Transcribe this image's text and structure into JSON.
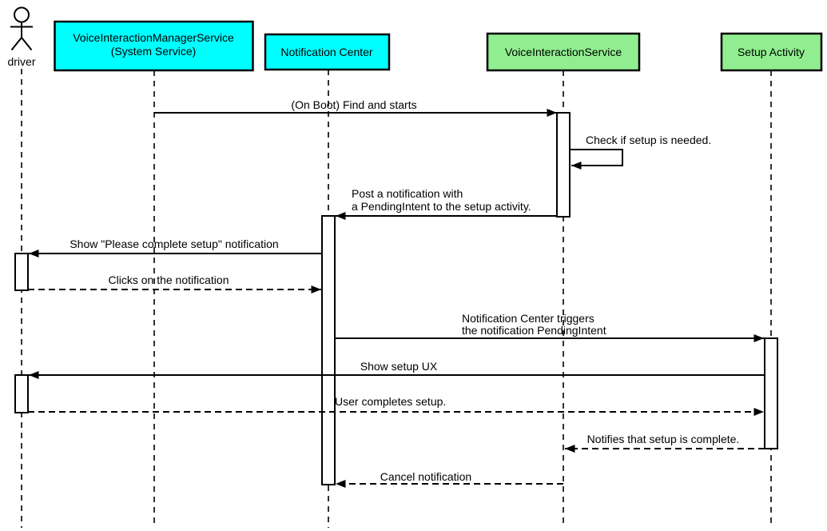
{
  "colors": {
    "cyan": "#00FFFF",
    "green": "#90EE90",
    "stroke": "#000000",
    "background": "#FFFFFF"
  },
  "actor": {
    "label": "driver"
  },
  "participants": [
    {
      "line1": "VoiceInteractionManagerService",
      "line2": "(System Service)",
      "color": "#00FFFF"
    },
    {
      "label": "Notification Center",
      "color": "#00FFFF"
    },
    {
      "label": "VoiceInteractionService",
      "color": "#90EE90"
    },
    {
      "label": "Setup Activity",
      "color": "#90EE90"
    }
  ],
  "messages": [
    {
      "label": "(On Boot) Find and starts",
      "from": "VoiceInteractionManagerService (System Service)",
      "to": "VoiceInteractionService",
      "style": "solid"
    },
    {
      "label": "Check if setup is needed.",
      "from": "VoiceInteractionService",
      "to": "VoiceInteractionService",
      "style": "solid-self"
    },
    {
      "line1": "Post a notification with",
      "line2": "a PendingIntent to the setup activity.",
      "from": "VoiceInteractionService",
      "to": "Notification Center",
      "style": "solid"
    },
    {
      "label": "Show \"Please complete setup\" notification",
      "from": "Notification Center",
      "to": "driver",
      "style": "solid"
    },
    {
      "label": "Clicks on the notification",
      "from": "driver",
      "to": "Notification Center",
      "style": "dashed"
    },
    {
      "line1": "Notification Center triggers",
      "line2": "the notification PendingIntent",
      "from": "Notification Center",
      "to": "Setup Activity",
      "style": "solid"
    },
    {
      "label": "Show setup UX",
      "from": "Setup Activity",
      "to": "driver",
      "style": "solid"
    },
    {
      "label": "User completes setup.",
      "from": "driver",
      "to": "Setup Activity",
      "style": "dashed"
    },
    {
      "label": "Notifies that setup is complete.",
      "from": "Setup Activity",
      "to": "VoiceInteractionService",
      "style": "dashed"
    },
    {
      "label": "Cancel notification",
      "from": "VoiceInteractionService",
      "to": "Notification Center",
      "style": "dashed"
    }
  ]
}
